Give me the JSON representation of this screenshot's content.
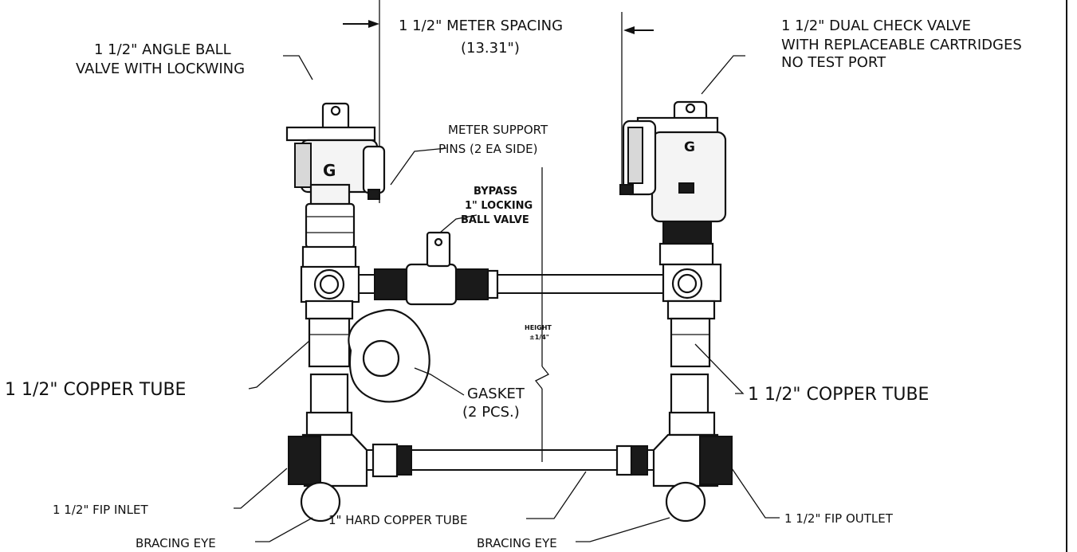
{
  "labels": {
    "meter_spacing_line1": "1 1/2\" METER SPACING",
    "meter_spacing_line2": "(13.31\")",
    "angle_valve_line1": "1 1/2\" ANGLE BALL",
    "angle_valve_line2": "VALVE WITH LOCKWING",
    "check_valve_line1": "1 1/2\" DUAL CHECK VALVE",
    "check_valve_line2": "WITH REPLACEABLE CARTRIDGES",
    "check_valve_line3": "NO TEST PORT",
    "support_line1": "METER SUPPORT",
    "support_line2": "PINS (2 EA SIDE)",
    "bypass_line1": "BYPASS",
    "bypass_line2": "1\" LOCKING",
    "bypass_line3": "BALL VALVE",
    "height_line1": "HEIGHT",
    "height_line2": "±1/4\"",
    "copper_left": "1 1/2\" COPPER TUBE",
    "copper_right": "1 1/2\" COPPER TUBE",
    "gasket_line1": "GASKET",
    "gasket_line2": "(2 PCS.)",
    "fip_inlet": "1 1/2\" FIP INLET",
    "fip_outlet": "1 1/2\" FIP OUTLET",
    "hard_copper": "1\" HARD COPPER TUBE",
    "bracing_left": "BRACING EYE",
    "bracing_right": "BRACING EYE",
    "valve_mark": "G"
  }
}
